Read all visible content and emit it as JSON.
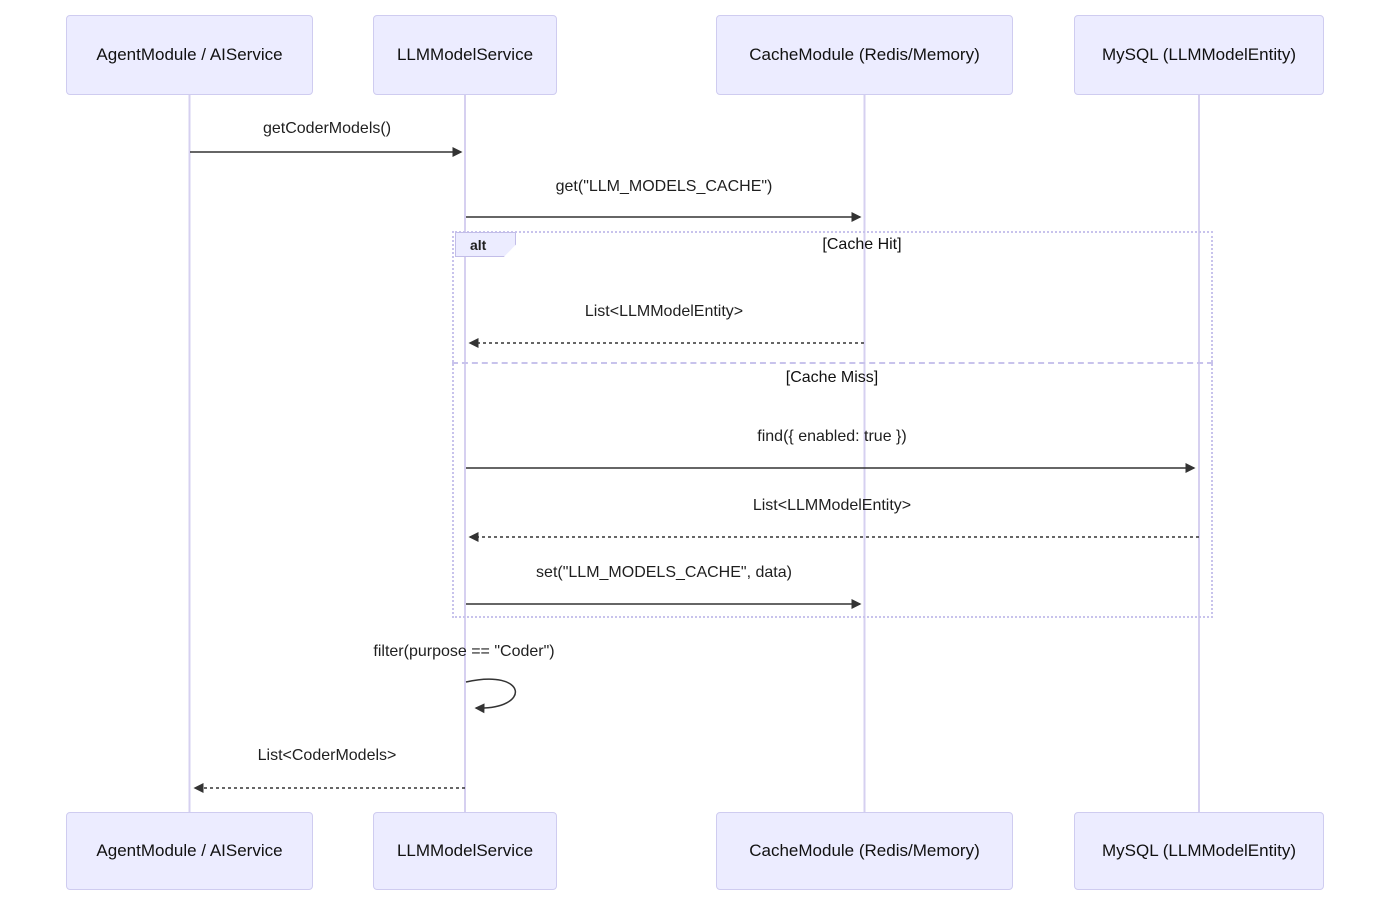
{
  "diagram": {
    "type": "sequence",
    "colors": {
      "background": "#FFFFFF",
      "actor_fill": "#ECECFF",
      "actor_border": "#CFCCF0",
      "lifeline": "#D6D0F0",
      "arrow": "#333333",
      "text": "#1F1F1F",
      "frame_border": "#C8C3EC",
      "operator_fill": "#ECECFF"
    },
    "participants": [
      {
        "label": "AgentModule / AIService"
      },
      {
        "label": "LLMModelService"
      },
      {
        "label": "CacheModule (Redis/Memory)"
      },
      {
        "label": "MySQL (LLMModelEntity)"
      }
    ],
    "messages": [
      {
        "text": "getCoderModels()",
        "from": "AgentModule / AIService",
        "to": "LLMModelService",
        "style": "solid"
      },
      {
        "text": "get(\"LLM_MODELS_CACHE\")",
        "from": "LLMModelService",
        "to": "CacheModule (Redis/Memory)",
        "style": "solid"
      },
      {
        "text": "List<LLMModelEntity>",
        "from": "CacheModule (Redis/Memory)",
        "to": "LLMModelService",
        "style": "dashed"
      },
      {
        "text": "find({ enabled: true })",
        "from": "LLMModelService",
        "to": "MySQL (LLMModelEntity)",
        "style": "solid"
      },
      {
        "text": "List<LLMModelEntity>",
        "from": "MySQL (LLMModelEntity)",
        "to": "LLMModelService",
        "style": "dashed"
      },
      {
        "text": "set(\"LLM_MODELS_CACHE\", data)",
        "from": "LLMModelService",
        "to": "CacheModule (Redis/Memory)",
        "style": "solid"
      },
      {
        "text": "filter(purpose == \"Coder\")",
        "from": "LLMModelService",
        "to": "LLMModelService",
        "style": "self"
      },
      {
        "text": "List<CoderModels>",
        "from": "LLMModelService",
        "to": "AgentModule / AIService",
        "style": "dashed"
      }
    ],
    "alt_frame": {
      "operator": "alt",
      "branches": [
        {
          "label": "[Cache Hit]"
        },
        {
          "label": "[Cache Miss]"
        }
      ]
    }
  }
}
